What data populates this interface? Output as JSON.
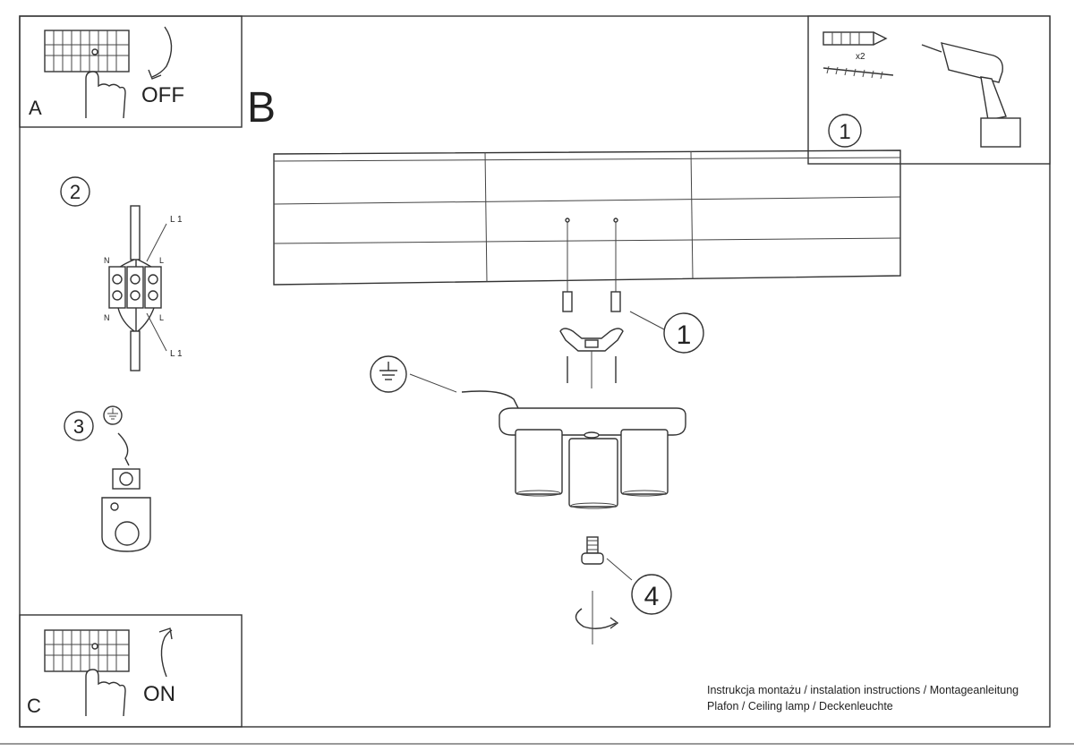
{
  "panels": {
    "a": {
      "letter": "A",
      "state": "OFF"
    },
    "b": {
      "letter": "B"
    },
    "c": {
      "letter": "C",
      "state": "ON"
    }
  },
  "steps": {
    "tools": {
      "number": "1",
      "quantity": "x2"
    },
    "wiring": {
      "number": "2",
      "label_l1_top": "L 1",
      "label_l1_bottom": "L 1",
      "label_n": "N",
      "label_l": "L"
    },
    "ground": {
      "number": "3"
    },
    "bracket": {
      "number": "1"
    },
    "screw": {
      "number": "4"
    }
  },
  "footer": {
    "line1": "Instrukcja montażu / instalation instructions / Montageanleitung",
    "line2": "Plafon / Ceiling lamp / Deckenleuchte"
  }
}
